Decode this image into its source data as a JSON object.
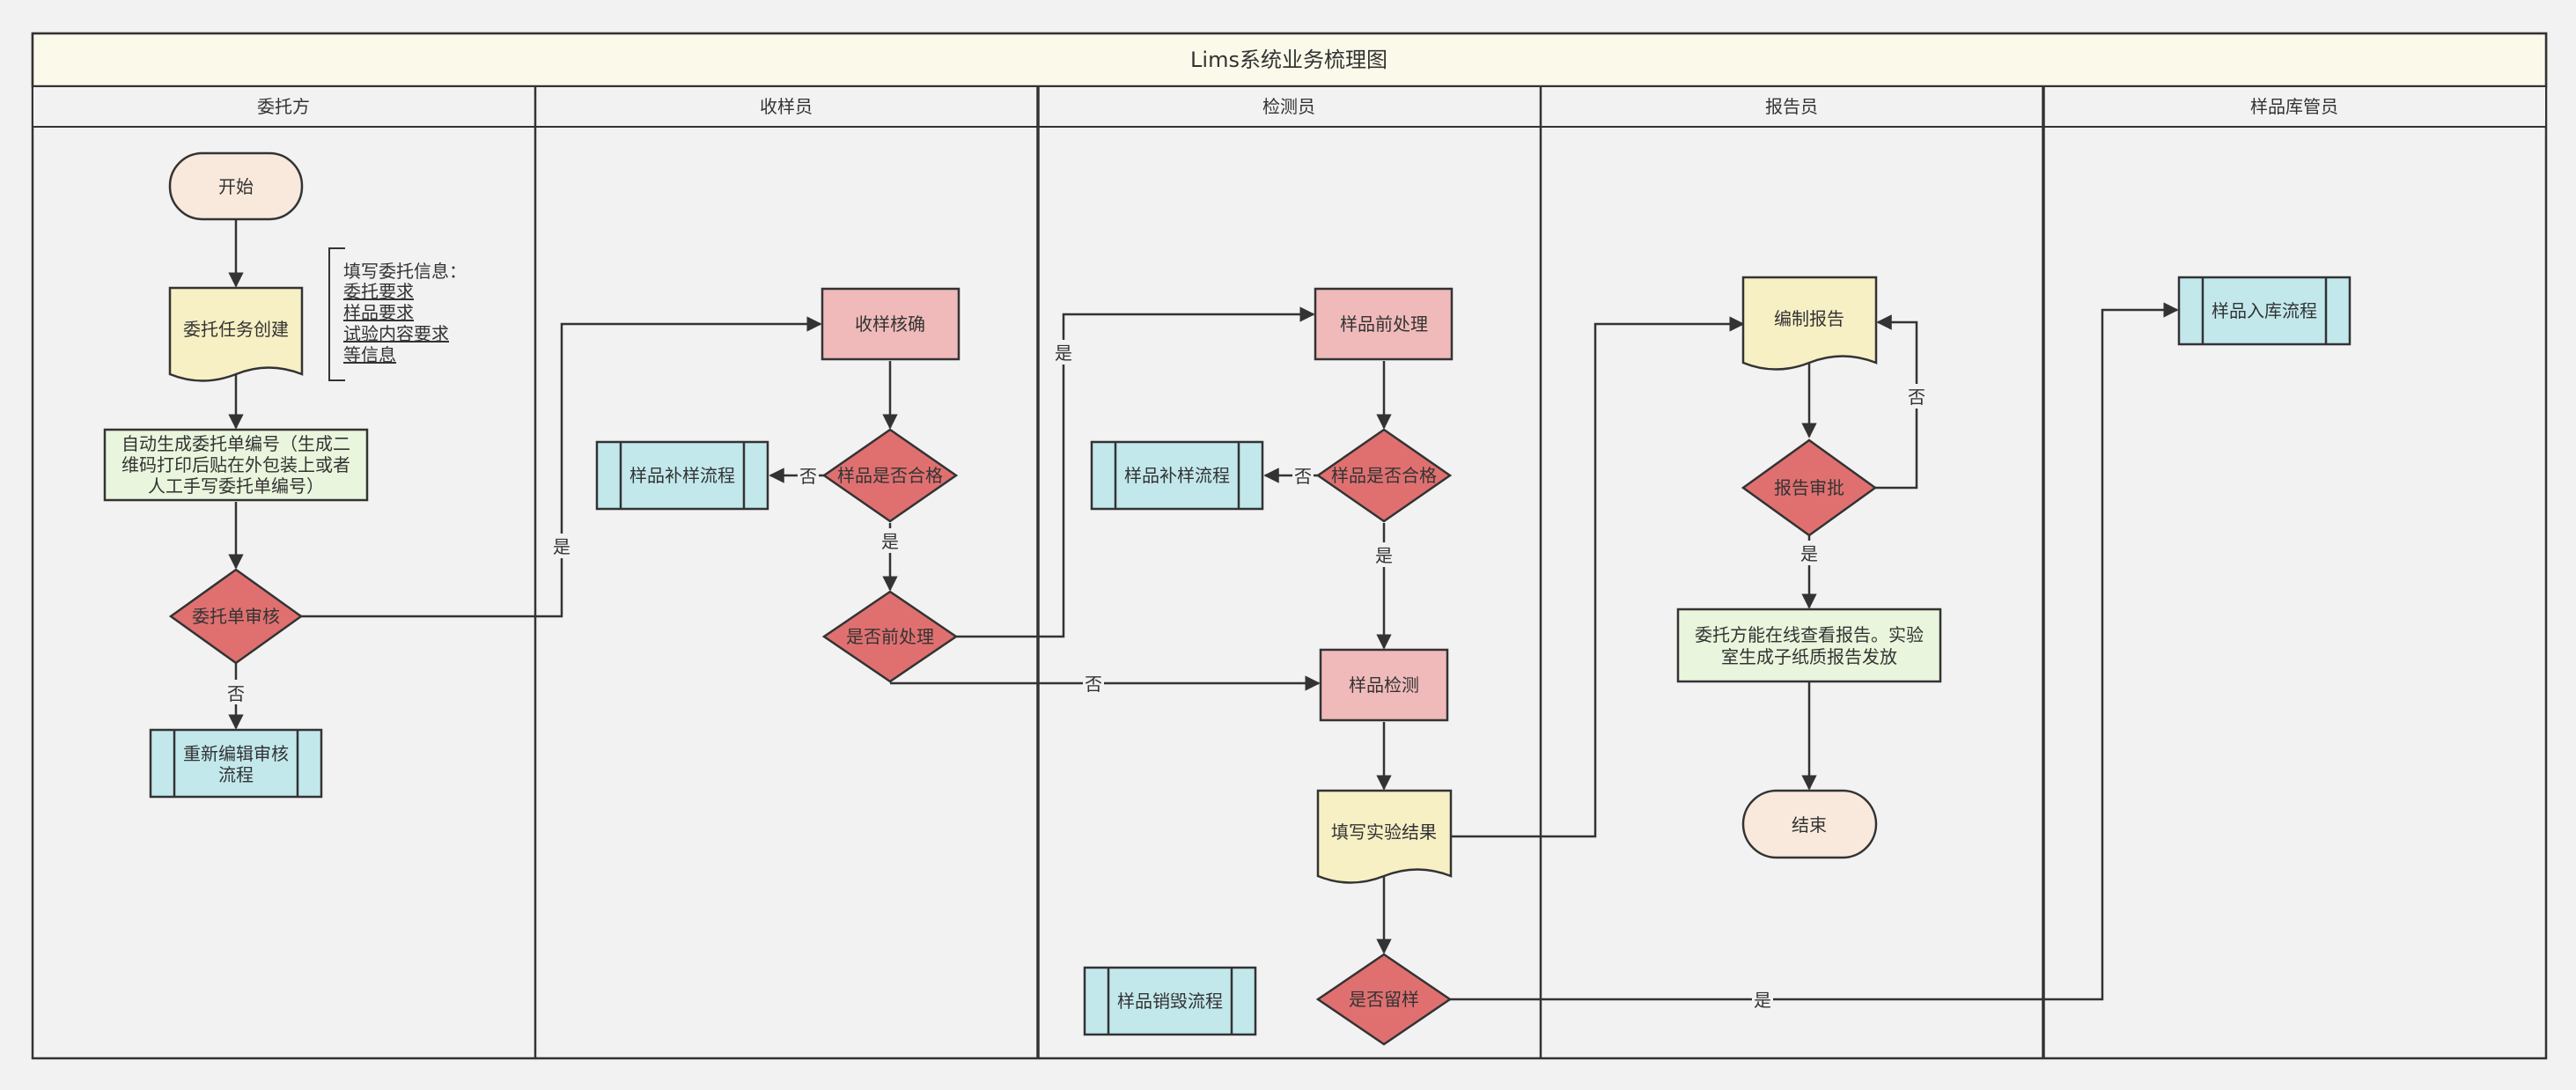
{
  "title": "Lims系统业务梳理图",
  "colors": {
    "title_bg": "#fbf9ea",
    "terminal": "#f9e9dc",
    "document": "#f6f0c4",
    "process_green": "#e9f5dc",
    "decision": "#e07070",
    "process_pink": "#f0baba",
    "subprocess": "#c2e8ec",
    "stroke": "#333333",
    "background": "#f2f2f2"
  },
  "lanes": [
    "委托方",
    "收样员",
    "检测员",
    "报告员",
    "样品库管员"
  ],
  "nodes": {
    "start": "开始",
    "create_task": "委托任务创建",
    "auto_number": [
      "自动生成委托单编号（生成二",
      "维码打印后贴在外包装上或者",
      "人工手写委托单编号）"
    ],
    "order_review": "委托单审核",
    "re_edit": [
      "重新编辑审核",
      "流程"
    ],
    "note_title": "填写委托信息：",
    "note_items": [
      "委托要求",
      "样品要求",
      "试验内容要求",
      "等信息"
    ],
    "receive_confirm": "收样核确",
    "sample_ok_1": "样品是否合格",
    "supplement_1": "样品补样流程",
    "pre_process_q": "是否前处理",
    "pre_process": "样品前处理",
    "sample_ok_2": "样品是否合格",
    "supplement_2": "样品补样流程",
    "sample_test": "样品检测",
    "fill_result": "填写实验结果",
    "keep_sample": "是否留样",
    "destroy": "样品销毁流程",
    "make_report": "编制报告",
    "report_review": "报告审批",
    "report_view": [
      "委托方能在线查看报告。实验",
      "室生成子纸质报告发放"
    ],
    "end": "结束",
    "storage": "样品入库流程"
  },
  "edge_labels": {
    "yes": "是",
    "no": "否"
  }
}
